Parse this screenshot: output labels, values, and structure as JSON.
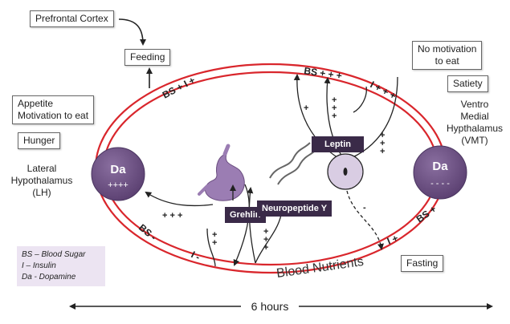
{
  "boxes": {
    "prefrontal": "Prefrontal Cortex",
    "feeding": "Feeding",
    "hunger": "Hunger",
    "no_motivation": "No motivation\nto eat",
    "satiety": "Satiety",
    "fasting": "Fasting"
  },
  "labels": {
    "appetite_line1": "Appetite",
    "appetite_line2": "Motivation to eat",
    "lh_line1": "Lateral",
    "lh_line2": "Hypothalamus",
    "lh_line3": "(LH)",
    "vmt_line1": "Ventro",
    "vmt_line2": "Medial",
    "vmt_line3": "Hypthalamus",
    "vmt_line4": "(VMT)"
  },
  "circles": {
    "left_title": "Da",
    "left_level": "++++",
    "right_title": "Da",
    "right_level": "- - - -"
  },
  "hormones": {
    "grehlin": "Grehlin",
    "neuropeptide": "Neuropeptide Y",
    "leptin": "Leptin"
  },
  "ring": {
    "bs_i_plus": "BS + I +",
    "bs_plus3": "BS + + +",
    "i_plus3": "I + + +",
    "bs_plus_right": "BS +",
    "i_plus_right": "I +",
    "bs_minus": "BS -",
    "i_minus": "I -",
    "blood_nutrients": "Blood Nutrients"
  },
  "signs": {
    "plus3": "+ + +",
    "plus": "+",
    "minus": "-"
  },
  "legend": {
    "line1": "BS – Blood Sugar",
    "line2": "I – Insulin",
    "line3": "Da - Dopamine"
  },
  "timeline": {
    "label": "6 hours"
  },
  "colors": {
    "ring": "#d9262c",
    "circle": "#6b4e80",
    "dark_label": "#3a2a48",
    "legend_bg": "#ece4f2"
  }
}
